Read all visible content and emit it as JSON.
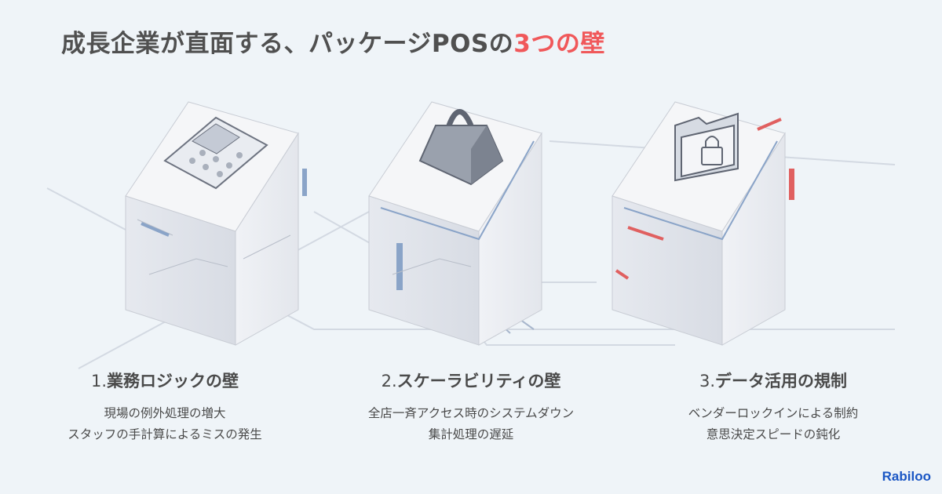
{
  "title": {
    "main": "成長企業が直面する、パッケージPOSの",
    "accent": "3つの壁"
  },
  "walls": [
    {
      "number": "1.",
      "heading": "業務ロジックの壁",
      "icon": "calculator-icon",
      "lines": [
        "現場の例外処理の増大",
        "スタッフの手計算によるミスの発生"
      ]
    },
    {
      "number": "2.",
      "heading": "スケーラビリティの壁",
      "icon": "weight-icon",
      "lines": [
        "全店一斉アクセス時のシステムダウン",
        "集計処理の遅延"
      ]
    },
    {
      "number": "3.",
      "heading": "データ活用の規制",
      "icon": "locked-folder-icon",
      "lines": [
        "ベンダーロックインによる制約",
        "意思決定スピードの鈍化"
      ]
    }
  ],
  "logo": "Rabiloo",
  "colors": {
    "accent": "#f0585a",
    "blue_line": "#7f9fc8",
    "red_line": "#e06060",
    "logo": "#1a56c4"
  }
}
